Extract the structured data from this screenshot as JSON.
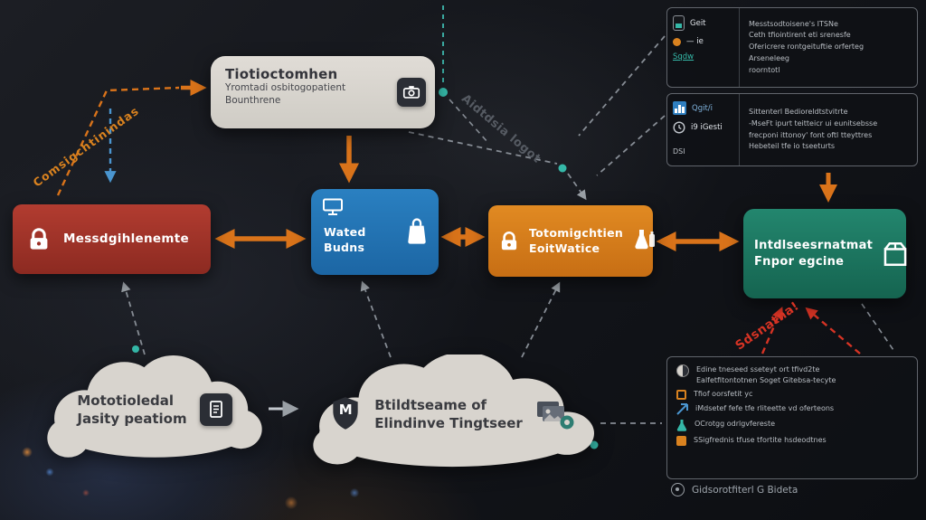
{
  "nodes": {
    "top_box": {
      "title": "Tiotioctomhen",
      "line1": "Yromtadi osbitogopatient",
      "line2": "Bounthrene"
    },
    "red_box": {
      "label": "Messdgihlenemte"
    },
    "blue_box": {
      "line1": "Wated",
      "line2": "Budns"
    },
    "orange_box": {
      "line1": "Totomigchtien",
      "line2": "EoitWatice"
    },
    "teal_box": {
      "line1": "Intdlseesrnatmat",
      "line2": "Fnpor egcine"
    },
    "cloud_left": {
      "line1": "Mototioledal",
      "line2": "Jasity peatiom"
    },
    "cloud_center": {
      "line1": "Btildtseame of",
      "line2": "Elindinve Tingtseer",
      "shield_letter": "M"
    }
  },
  "labels": {
    "left_diagonal": "Comsigchtinindas",
    "center_diagonal": "Aidtdsia logot",
    "red_diagonal": "Sdsnatna!"
  },
  "panel_top": {
    "icon_items": [
      {
        "label": "Geit"
      },
      {
        "label": "— ie"
      },
      {
        "label": "Sqdw"
      }
    ],
    "lines": [
      "Messtsodtoisene's ITSNe",
      "Ceth tfiointirent eti srenesfe",
      "Ofericrere rontgeituftie orferteg",
      "Arseneleeg",
      "roorntotl"
    ]
  },
  "panel_mid": {
    "icon_items": [
      {
        "label": "Qgit/i"
      },
      {
        "label": "i9 iGesti"
      }
    ],
    "lines": [
      "Sittenterl Bedioreldtstvitrte",
      "-MseFt ipurt teitteicr ui eunitsebsse",
      "frecponi ittonoy' font oftl tteyttres",
      "Hebeteil tfe io tseeturts"
    ],
    "footnote": "DSI"
  },
  "panel_bottom": {
    "rows": [
      {
        "text": "Edine tneseed sseteyt ort tfivd2te",
        "text2": "Ealfetfitontotnen Soget Gitebsa-tecyte"
      },
      {
        "text": "Tfiof oorsfetit yc"
      },
      {
        "text": "iMdsetef fefe tfe rliteette vd oferteons"
      },
      {
        "text": "OCrotgg odrlgvfereste"
      },
      {
        "text": "SSigfrednis tfuse tfortite hsdeodtnes"
      }
    ]
  },
  "footer": {
    "text": "Gidsorotfiterl G Bideta"
  },
  "colors": {
    "red_node": "#a8362c",
    "blue_node": "#2173b4",
    "orange_node": "#d9821f",
    "teal_node": "#20795f",
    "arrow_orange": "#d9731a",
    "dashed_red": "#d63324",
    "dot_teal": "#35b8a8",
    "panel_bg": "#0f1115",
    "light_node": "#d8d4ce"
  }
}
